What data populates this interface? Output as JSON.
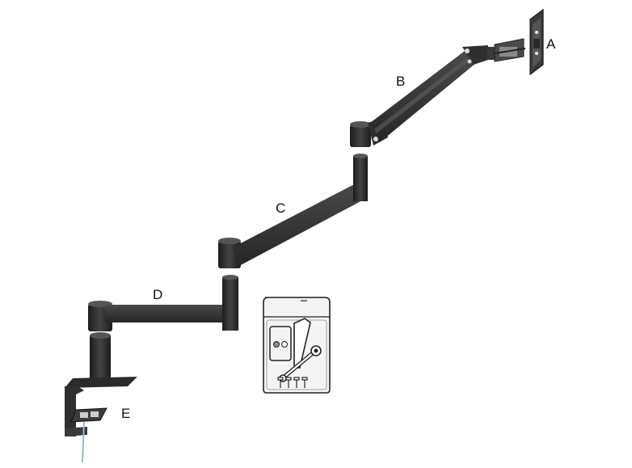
{
  "labels": {
    "a": "A",
    "b": "B",
    "c": "C",
    "d": "D",
    "e": "E"
  },
  "parts": [
    {
      "key": "a",
      "name": "monitor-mount-plate"
    },
    {
      "key": "b",
      "name": "gas-spring-arm"
    },
    {
      "key": "c",
      "name": "extension-arm-upper"
    },
    {
      "key": "d",
      "name": "extension-arm-lower"
    },
    {
      "key": "e",
      "name": "desk-clamp-base"
    }
  ],
  "colors": {
    "metal": "#333333",
    "metal_dark": "#1f1f1f",
    "metal_light": "#555555",
    "outline": "#222222",
    "kit_bg": "#f4f4f4"
  },
  "icons": [
    "hex-key-icon",
    "wrench-icon",
    "screws-icon"
  ]
}
